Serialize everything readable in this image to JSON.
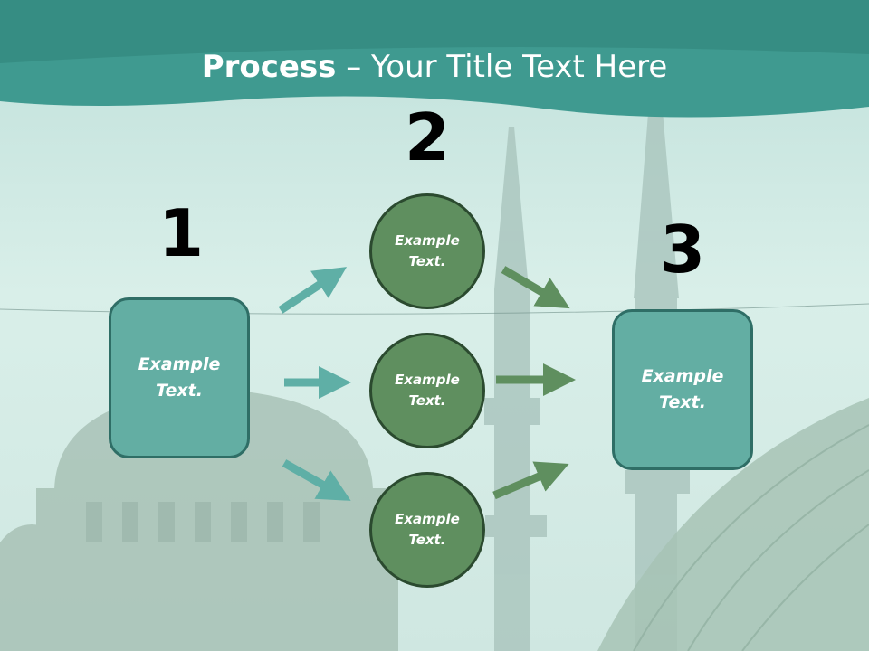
{
  "title": {
    "bold": "Process",
    "rest": " – Your Title Text Here"
  },
  "steps": {
    "n1": "1",
    "n2": "2",
    "n3": "3"
  },
  "boxes": {
    "left": "Example Text.",
    "right": "Example Text."
  },
  "circles": {
    "top": "Example Text.",
    "middle": "Example Text.",
    "bottom": "Example Text."
  },
  "colors": {
    "header": "#3f9a90",
    "box_fill": "#63aea3",
    "circle_fill": "#5f8f5f",
    "arrow_teal": "#5fafa6",
    "arrow_green": "#5f8f5f"
  }
}
